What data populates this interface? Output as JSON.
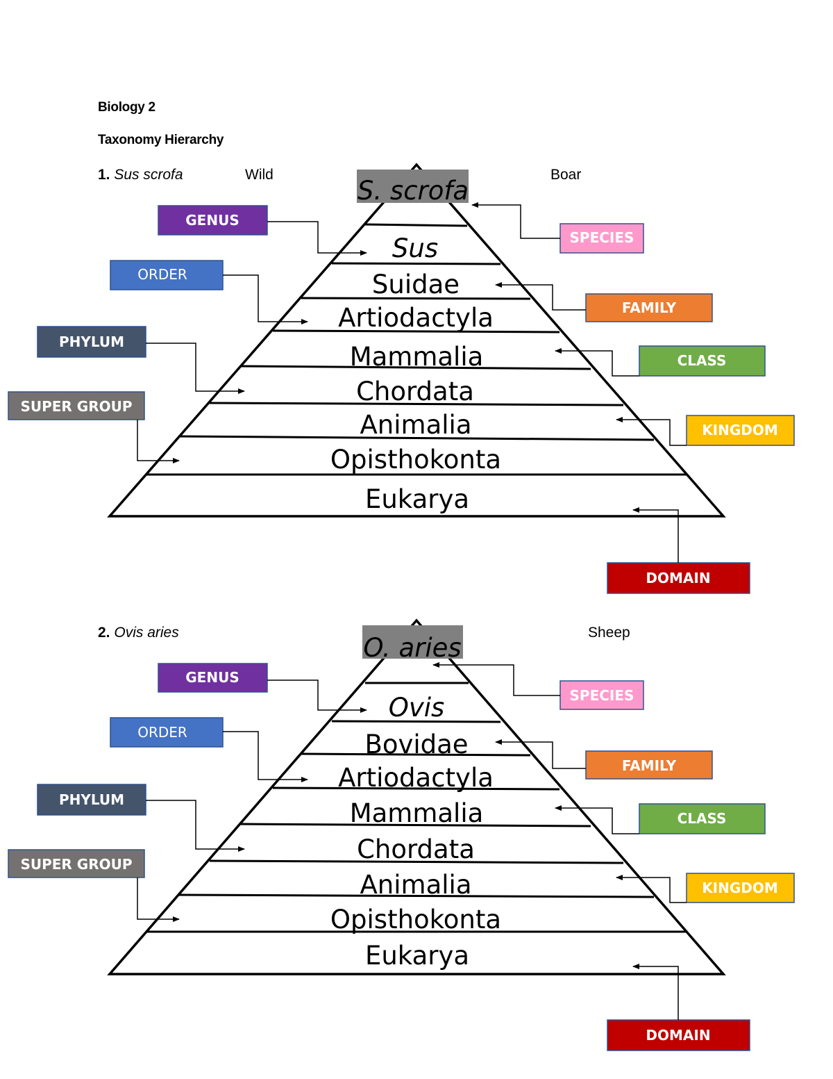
{
  "header": {
    "course": "Biology 2",
    "topic": "Taxonomy Hierarchy"
  },
  "colors": {
    "genus": "#7030a0",
    "order": "#4472c4",
    "phylum": "#44546a",
    "super_group": "#767171",
    "species": "#ff99cc",
    "family": "#ed7d31",
    "class": "#70ad47",
    "kingdom": "#ffc000",
    "domain": "#c00000",
    "species_box": "#808080"
  },
  "rank_labels": {
    "genus": "GENUS",
    "order": "ORDER",
    "phylum": "PHYLUM",
    "super_group": "SUPER GROUP",
    "species": "SPECIES",
    "family": "FAMILY",
    "class": "CLASS",
    "kingdom": "KINGDOM",
    "domain": "DOMAIN"
  },
  "organisms": [
    {
      "number": "1.",
      "scientific_name": "Sus scrofa",
      "common_name_part1": "Wild",
      "common_name_part2": "Boar",
      "species_abbrev": "S. scrofa",
      "levels": {
        "genus": "Sus",
        "family": "Suidae",
        "order": "Artiodactyla",
        "class": "Mammalia",
        "phylum": "Chordata",
        "kingdom": "Animalia",
        "super_group": "Opisthokonta",
        "domain": "Eukarya"
      }
    },
    {
      "number": "2.",
      "scientific_name": "Ovis aries",
      "common_name": "Sheep",
      "species_abbrev": "O. aries",
      "levels": {
        "genus": "Ovis",
        "family": "Bovidae",
        "order": "Artiodactyla",
        "class": "Mammalia",
        "phylum": "Chordata",
        "kingdom": "Animalia",
        "super_group": "Opisthokonta",
        "domain": "Eukarya"
      }
    }
  ]
}
